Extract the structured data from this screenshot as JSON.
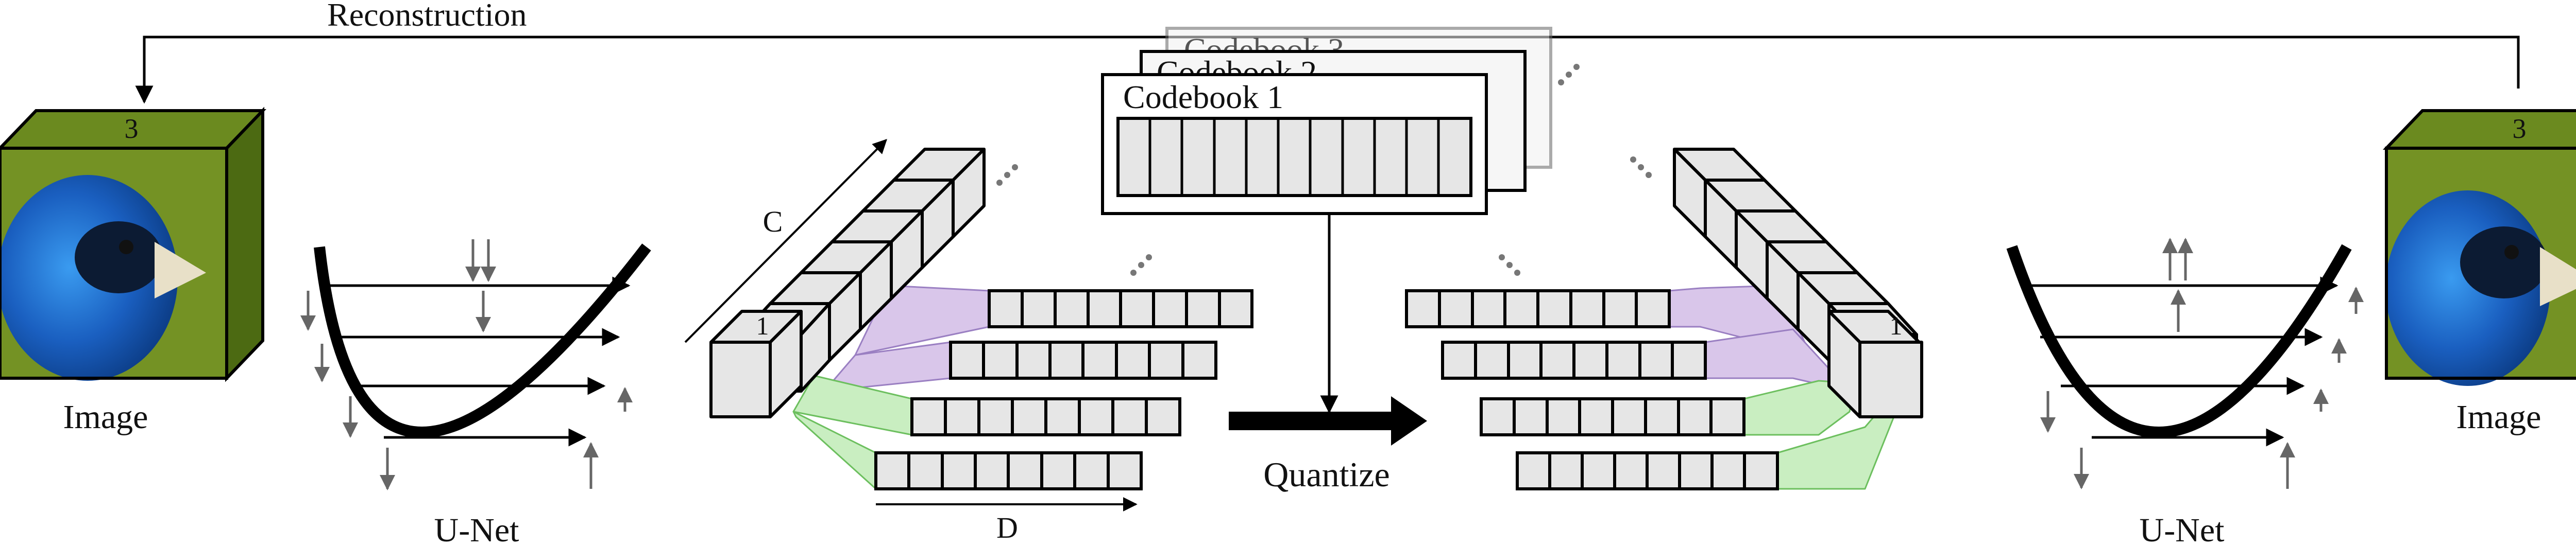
{
  "labels": {
    "reconstruction": "Reconstruction",
    "image_left": "Image",
    "image_right": "Image",
    "unet_left": "U-Net",
    "unet_right": "U-Net",
    "quantize": "Quantize",
    "axis_c": "C",
    "axis_d": "D",
    "channels_left": "3",
    "channels_right": "3",
    "cube_left_index": "1",
    "cube_right_index": "1"
  },
  "codebooks": [
    {
      "label": "Codebook 3"
    },
    {
      "label": "Codebook 2"
    },
    {
      "label": "Codebook 1"
    }
  ],
  "colors": {
    "cell_fill": "#e6e6e6",
    "stroke": "#000000",
    "purple_band": "#d9c6ea",
    "green_band": "#c9eec1",
    "bird_bg": "#6b8a1f",
    "bird_blue": "#1f6fd1",
    "cube_side": "#4c6a12",
    "arrow_gray": "#666666"
  }
}
